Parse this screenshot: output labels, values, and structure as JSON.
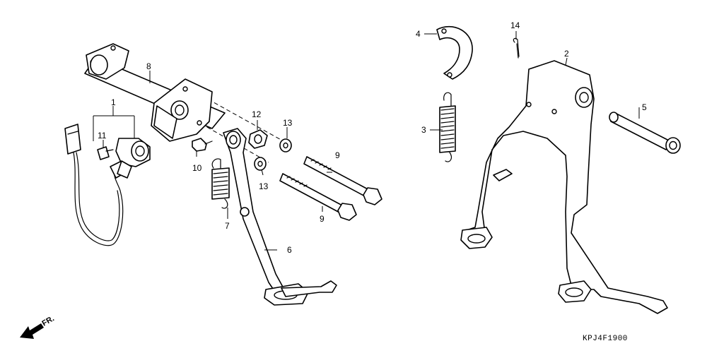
{
  "callouts": {
    "c1": "1",
    "c2": "2",
    "c3": "3",
    "c4": "4",
    "c5": "5",
    "c6": "6",
    "c7": "7",
    "c8": "8",
    "c9a": "9",
    "c9b": "9",
    "c10": "10",
    "c11": "11",
    "c12": "12",
    "c13a": "13",
    "c13b": "13",
    "c14": "14"
  },
  "diagram_code": "KPJ4F1900",
  "front_indicator": "FR."
}
